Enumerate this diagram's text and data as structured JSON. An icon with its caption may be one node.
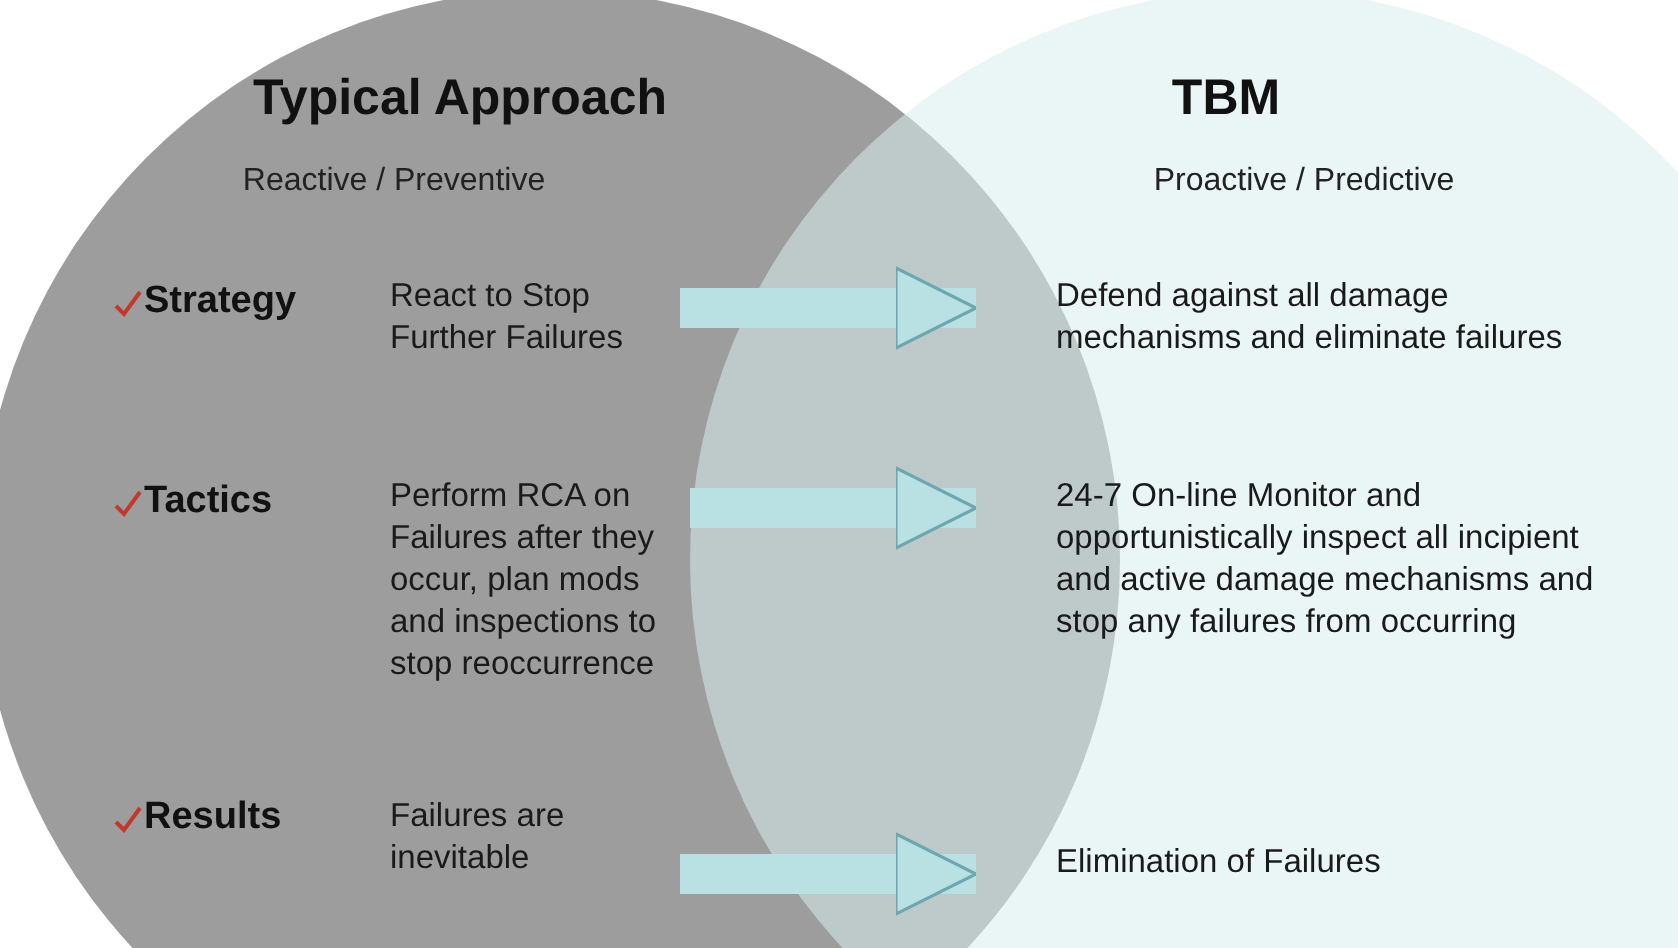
{
  "diagram": {
    "nodes": [
      {
        "text": [
          "Typical Approach",
          "Reactive / Preventive"
        ]
      },
      {
        "text": [
          "TBM",
          "Proactive / Predictive"
        ]
      },
      {
        "text": [
          "React to Stop Further Failures"
        ],
        "in": 0
      },
      {
        "text": [
          "Perform RCA on Failures after they occur, plan mods and inspections to stop reoccurrence"
        ],
        "in": 0
      },
      {
        "text": [
          "Failures are inevitable"
        ],
        "in": 0
      },
      {
        "text": [
          "Defend against all damage mechanisms and eliminate failures"
        ],
        "in": 1
      },
      {
        "text": [
          "24-7 On-line Monitor and opportunistically inspect all incipient and active damage mechanisms and stop any failures from occurring"
        ],
        "in": 1
      },
      {
        "text": [
          "Elimination of Failures"
        ],
        "in": 1
      }
    ],
    "edges": [
      {
        "from": 2,
        "to": 5,
        "arrow": "to"
      },
      {
        "from": 3,
        "to": 6,
        "arrow": "to"
      },
      {
        "from": 4,
        "to": 7,
        "arrow": "to"
      }
    ],
    "labels": [
      "Strategy",
      "Tactics",
      "Results"
    ]
  }
}
